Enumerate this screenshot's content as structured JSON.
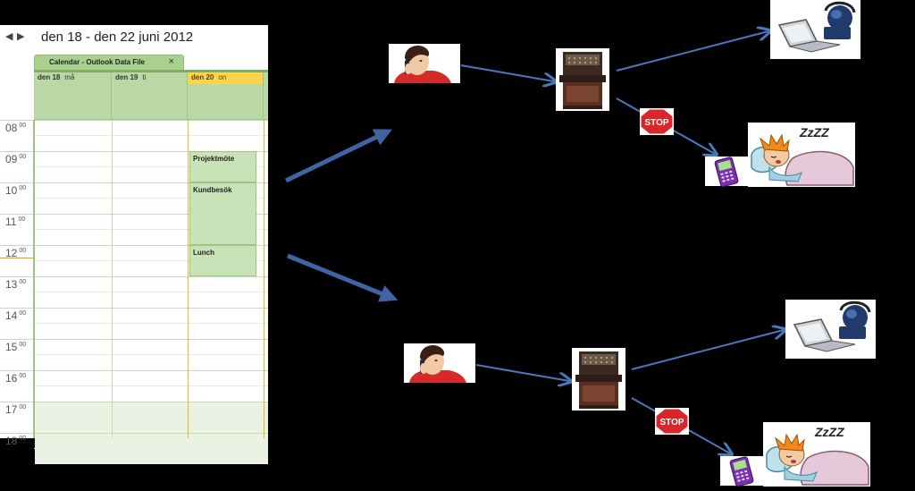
{
  "calendar": {
    "nav_prev_icon": "triangle-left-icon",
    "nav_next_icon": "triangle-right-icon",
    "date_range": "den 18 - den 22 juni 2012",
    "tab_label": "Calendar - Outlook Data File",
    "tab_close": "×",
    "days": [
      {
        "date": "den 18",
        "weekday": "må",
        "today": false
      },
      {
        "date": "den 19",
        "weekday": "ti",
        "today": false
      },
      {
        "date": "den 20",
        "weekday": "on",
        "today": true
      }
    ],
    "hours": [
      "08",
      "09",
      "10",
      "11",
      "12",
      "13",
      "14",
      "15",
      "16",
      "17",
      "18"
    ],
    "minutes_label": "00",
    "appointments": [
      {
        "label": "Projektmöte"
      },
      {
        "label": "Kundbesök"
      },
      {
        "label": "Lunch"
      }
    ]
  },
  "diagram": {
    "stop_sign_text": "STOP",
    "sleep_text": "ZzZZ",
    "icons": [
      "person-on-phone-icon",
      "phone-switchboard-icon",
      "laptop-headset-icon",
      "stop-sign-icon",
      "mobile-phone-icon",
      "sleeping-person-icon"
    ],
    "colors": {
      "arrow": "#4a78bd",
      "stop": "#d9262b",
      "background": "#000000",
      "calendar_green": "#b9d8a5",
      "today": "#ffd44d"
    }
  }
}
